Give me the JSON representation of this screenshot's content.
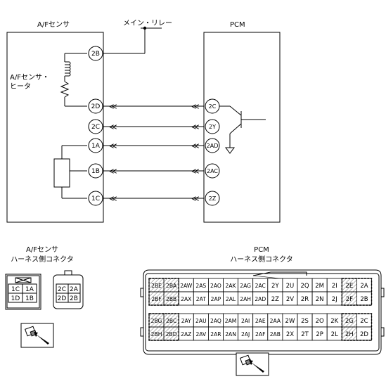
{
  "top": {
    "af_sensor_title": "A/Fセンサ",
    "main_relay_label": "メイン・リレー",
    "pcm_title": "PCM",
    "heater_label_line1": "A/Fセンサ・",
    "heater_label_line2": "ヒータ"
  },
  "sensor_pins": [
    "2B",
    "2D",
    "2C",
    "1A",
    "1B",
    "1C"
  ],
  "pcm_pins": [
    "2C",
    "2Y",
    "2AD",
    "2AC",
    "2Z"
  ],
  "bottom": {
    "af_conn_title_line1": "A/Fセンサ",
    "af_conn_title_line2": "ハーネス側コネクタ",
    "pcm_conn_title_line1": "PCM",
    "pcm_conn_title_line2": "ハーネス側コネクタ"
  },
  "af_connector": {
    "left_grid": [
      [
        "1C",
        "1A"
      ],
      [
        "1D",
        "1B"
      ]
    ],
    "right_grid": [
      [
        "2C",
        "2A"
      ],
      [
        "2D",
        "2B"
      ]
    ]
  },
  "pcm_connector": {
    "rows": [
      [
        "2BE",
        "2BA",
        "2AW",
        "2AS",
        "2AO",
        "2AK",
        "2AG",
        "2AC",
        "2Y",
        "2U",
        "2Q",
        "2M",
        "2I",
        "2E",
        "2A"
      ],
      [
        "2BF",
        "2BB",
        "2AX",
        "2AT",
        "2AP",
        "2AL",
        "2AH",
        "2AD",
        "2Z",
        "2V",
        "2R",
        "2N",
        "2J",
        "2F",
        "2B"
      ],
      [
        "2BG",
        "2BC",
        "2AY",
        "2AU",
        "2AQ",
        "2AM",
        "2AI",
        "2AE",
        "2AA",
        "2W",
        "2S",
        "2O",
        "2K",
        "2G",
        "2C"
      ],
      [
        "2BH",
        "2BD",
        "2AZ",
        "2AV",
        "2AR",
        "2AN",
        "2AJ",
        "2AF",
        "2AB",
        "2X",
        "2T",
        "2P",
        "2L",
        "2H",
        "2D"
      ]
    ]
  },
  "icons": {
    "connector_view_icon": "connector-view-icon",
    "ground_symbol": "ground-symbol-icon",
    "transistor_symbol": "transistor-icon"
  }
}
